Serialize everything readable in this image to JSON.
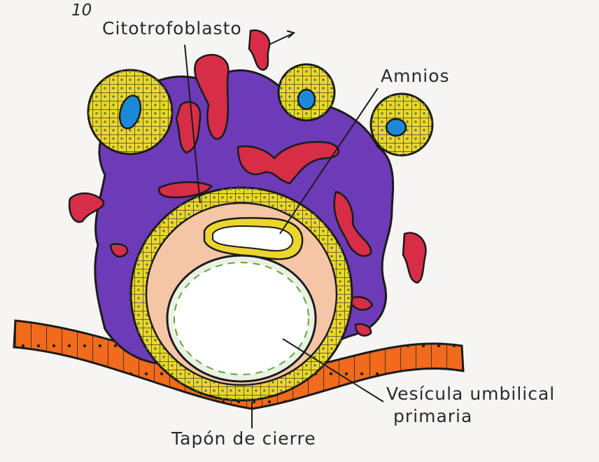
{
  "page_number": "10",
  "labels": {
    "citotrofoblasto": "Citotrofoblasto",
    "amnios": "Amnios",
    "vesicula_line1": "Vesícula umbilical",
    "vesicula_line2": "primaria",
    "tapon": "Tapón de cierre"
  },
  "colors": {
    "paper": "#f6f5f3",
    "syncytiotrophoblast": "#6d3bb8",
    "lacunae": "#d72d47",
    "cytotrophoblast": "#ecd62e",
    "cell_outline": "#222222",
    "nuclei": "#5a8a2a",
    "extraembryonic_mesoderm": "#f5c6a5",
    "endometrium": "#f26a1c",
    "gland_lumen": "#1e88d8"
  }
}
